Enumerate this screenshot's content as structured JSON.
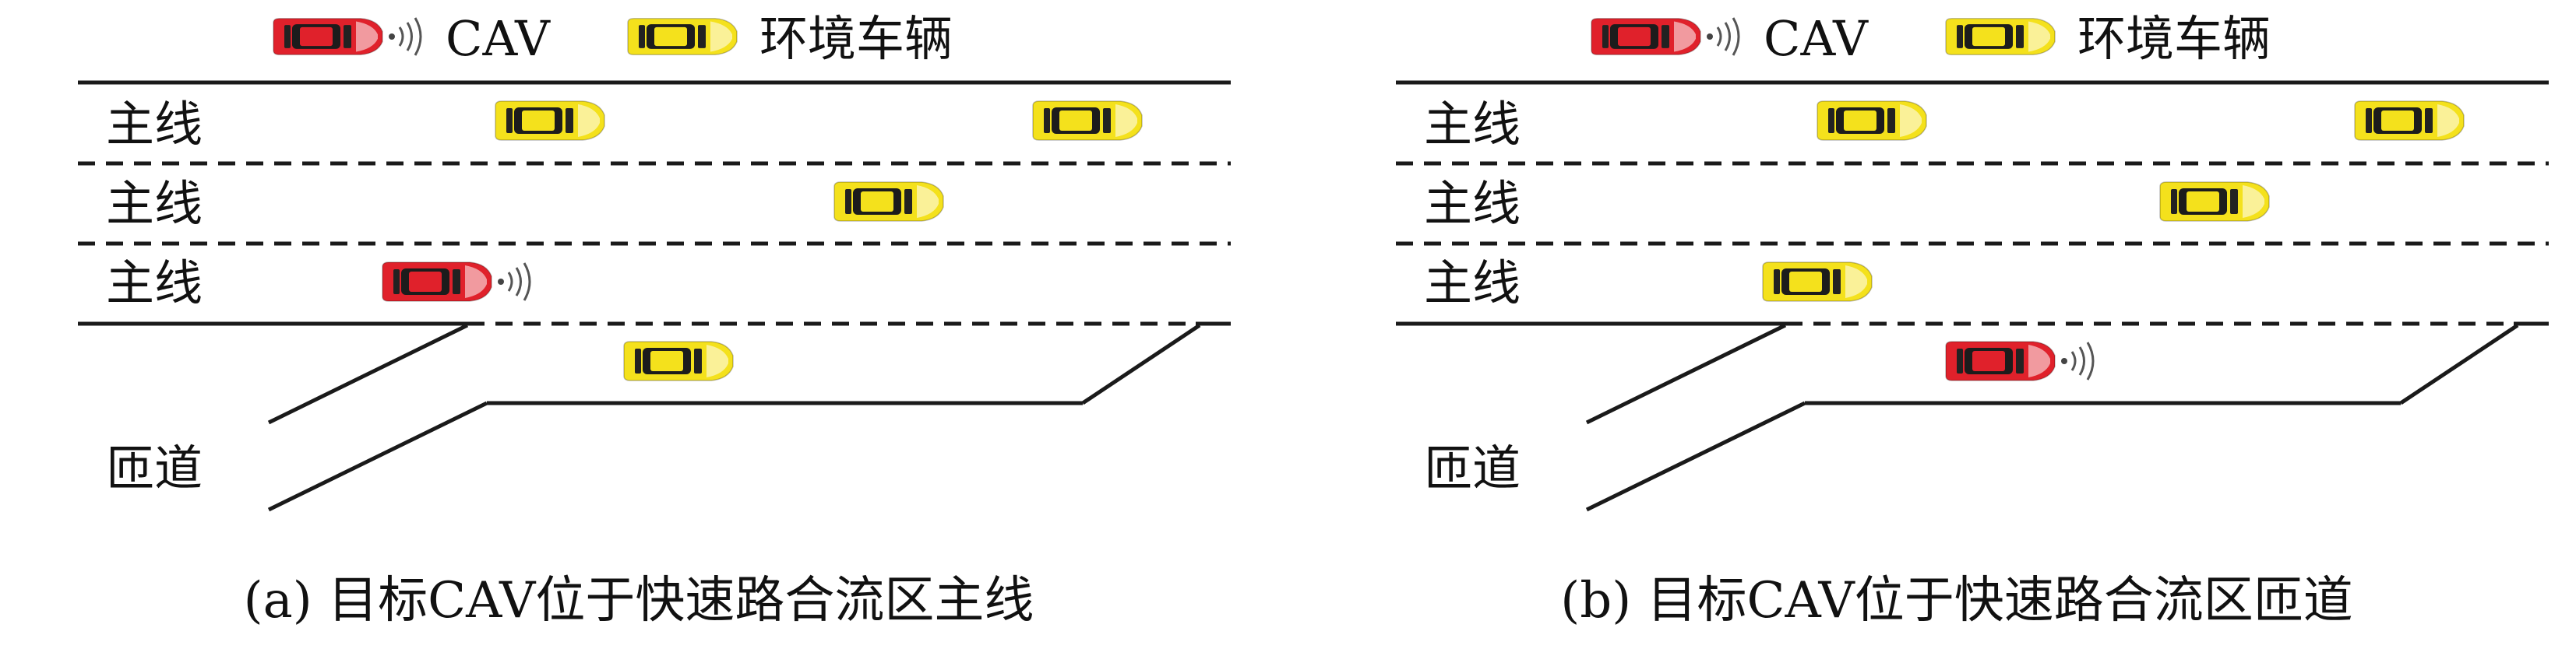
{
  "legend": {
    "cav_label": "CAV",
    "env_label": "环境车辆"
  },
  "lanes": {
    "main_label": "主线",
    "ramp_label": "匝道"
  },
  "panels": [
    {
      "id": "a",
      "caption": "(a) 目标CAV位于快速路合流区主线"
    },
    {
      "id": "b",
      "caption": "(b) 目标CAV位于快速路合流区匝道"
    }
  ],
  "colors": {
    "cav": "#e0212b",
    "env": "#f4e11c",
    "road": "#1a1a1a"
  },
  "icons": {
    "cav": "red-car-with-signal-waves-icon",
    "env": "yellow-car-icon"
  }
}
